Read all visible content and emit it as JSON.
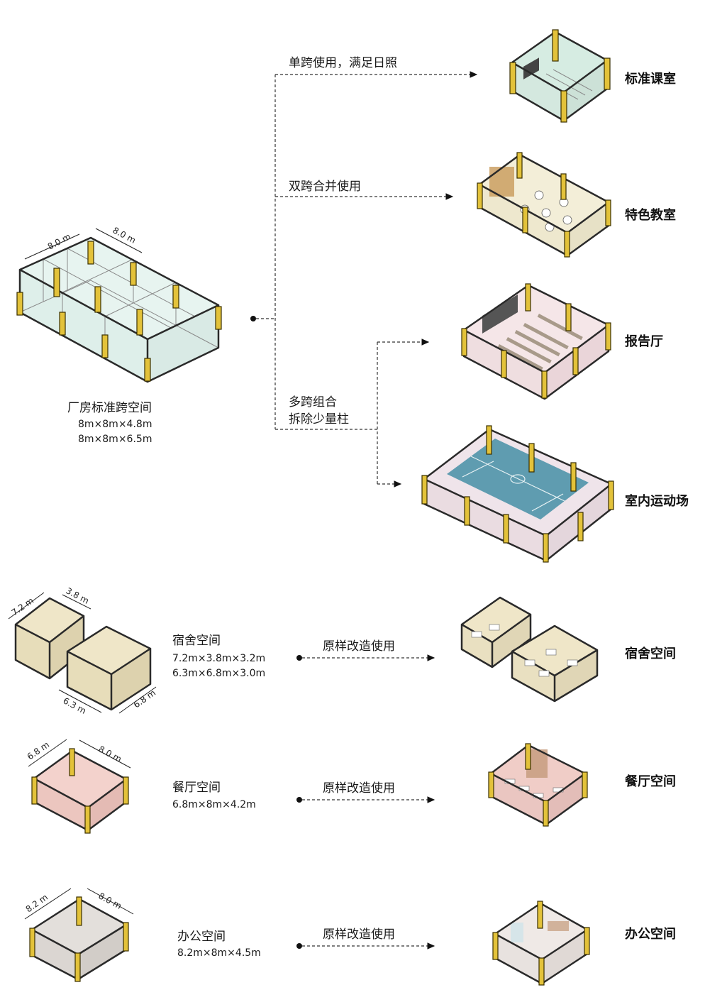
{
  "factory": {
    "title": "厂房标准跨空间",
    "dims": [
      "8m×8m×4.8m",
      "8m×8m×6.5m"
    ],
    "dim_a": "8.0 m",
    "dim_b": "8.0 m"
  },
  "branches": {
    "single": "单跨使用，满足日照",
    "double": "双跨合并使用",
    "multi_1": "多跨组合",
    "multi_2": "拆除少量柱"
  },
  "outputs": {
    "classroom": "标准课室",
    "special": "特色教室",
    "hall": "报告厅",
    "gym": "室内运动场"
  },
  "dorm": {
    "title": "宿舍空间",
    "dims": [
      "7.2m×3.8m×3.2m",
      "6.3m×6.8m×3.0m"
    ],
    "d1": "7.2 m",
    "d2": "3.8 m",
    "d3": "6.3 m",
    "d4": "6.8 m",
    "arrow": "原样改造使用",
    "result": "宿舍空间"
  },
  "dining": {
    "title": "餐厅空间",
    "dims": [
      "6.8m×8m×4.2m"
    ],
    "d1": "6.8 m",
    "d2": "8.0 m",
    "arrow": "原样改造使用",
    "result": "餐厅空间"
  },
  "office": {
    "title": "办公空间",
    "dims": [
      "8.2m×8m×4.5m"
    ],
    "d1": "8.2 m",
    "d2": "8.0 m",
    "arrow": "原样改造使用",
    "result": "办公空间"
  },
  "colors": {
    "glass": "#d4ebe4",
    "column": "#e3c23a",
    "dorm_fill": "#ece3c4",
    "dining_fill": "#f0cdc7",
    "office_fill": "#dcd8d4",
    "court": "#5f9cb0",
    "hall_fill": "#f3e4e6"
  }
}
